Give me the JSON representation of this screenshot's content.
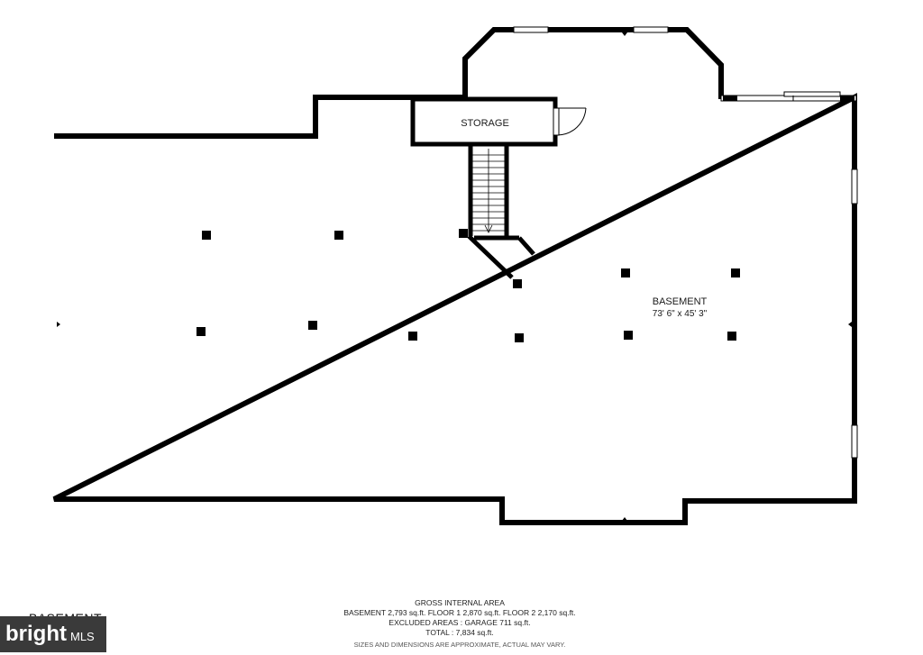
{
  "rooms": {
    "storage": {
      "name": "STORAGE"
    },
    "basement": {
      "name": "BASEMENT",
      "dims": "73' 6\" x 45' 3\""
    }
  },
  "footer": {
    "heading": "GROSS INTERNAL AREA",
    "line1": "BASEMENT 2,793 sq.ft.   FLOOR 1 2,870 sq.ft.   FLOOR 2 2,170 sq.ft.",
    "line2": "EXCLUDED AREAS :  GARAGE 711 sq.ft.",
    "line3": "TOTAL :  7,834 sq.ft.",
    "note": "SIZES AND DIMENSIONS ARE APPROXIMATE, ACTUAL MAY VARY."
  },
  "floor_label": "BASEMENT",
  "watermark": {
    "brand": "bright",
    "suffix": "MLS"
  },
  "colors": {
    "wall": "#000000",
    "background": "#ffffff",
    "watermark_bg": "#3a3a3a"
  }
}
